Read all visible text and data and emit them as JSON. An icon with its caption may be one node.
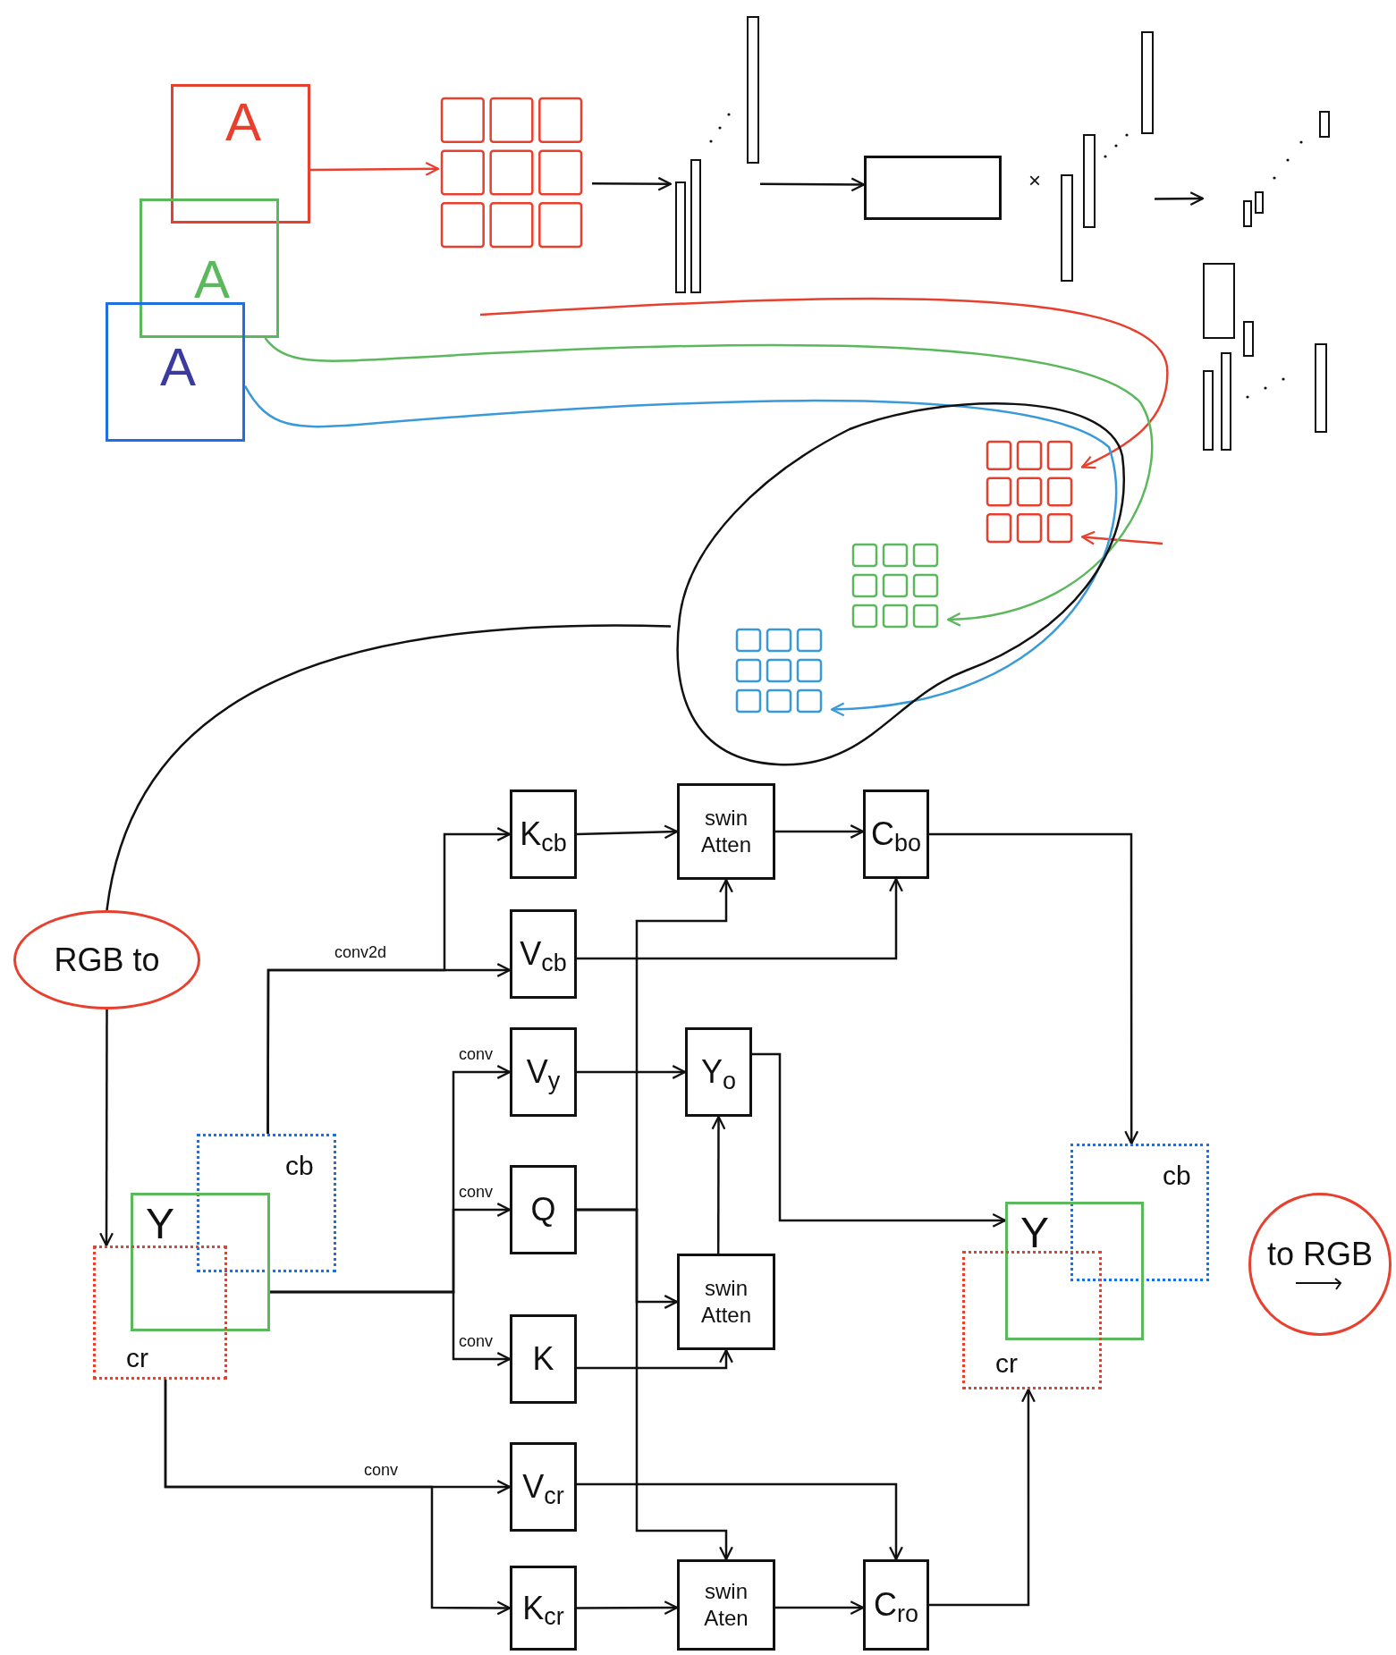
{
  "diagram": {
    "nodes": [
      {
        "text": [
          "A"
        ]
      },
      {
        "text": [
          "A"
        ]
      },
      {
        "text": [
          "A"
        ]
      },
      {
        "text": [],
        "shape": "grid"
      },
      {
        "text": [],
        "shape": "bar"
      },
      {
        "text": [],
        "shape": "box"
      },
      {
        "text": [],
        "shape": "bar"
      },
      {
        "text": [],
        "shape": "bar"
      },
      {
        "text": [],
        "shape": "cloud"
      },
      {
        "text": [],
        "shape": "grid",
        "in": 8
      },
      {
        "text": [],
        "shape": "grid",
        "in": 8
      },
      {
        "text": [],
        "shape": "grid",
        "in": 8
      },
      {
        "text": [
          "RGB to"
        ]
      },
      {
        "text": [
          "cb"
        ]
      },
      {
        "text": [
          "Y"
        ]
      },
      {
        "text": [
          "cr"
        ]
      },
      {
        "text": [
          "K$_{cb}$"
        ]
      },
      {
        "text": [
          "swin Atten"
        ]
      },
      {
        "text": [
          "C$_{bo}$"
        ]
      },
      {
        "text": [
          "V$_{cb}$"
        ]
      },
      {
        "text": [
          "V$_{y}$"
        ]
      },
      {
        "text": [
          "Y$_{o}$"
        ]
      },
      {
        "text": [
          "Q"
        ]
      },
      {
        "text": [
          "swin Atten"
        ]
      },
      {
        "text": [
          "K"
        ]
      },
      {
        "text": [
          "V$_{cr}$"
        ]
      },
      {
        "text": [
          "K$_{cr}$"
        ]
      },
      {
        "text": [
          "swin Aten"
        ]
      },
      {
        "text": [
          "C$_{ro}$"
        ]
      },
      {
        "text": [
          "cb"
        ]
      },
      {
        "text": [
          "Y"
        ]
      },
      {
        "text": [
          "cr"
        ]
      },
      {
        "text": [
          "to RGB"
        ]
      }
    ],
    "edges": [
      {
        "from": 0,
        "to": 3,
        "arrow": "to",
        "color": "#e8402f"
      },
      {
        "from": 3,
        "to": 4,
        "arrow": "to"
      },
      {
        "from": 4,
        "to": 5,
        "arrow": "to"
      },
      {
        "from": 6,
        "to": 7,
        "arrow": "to"
      },
      {
        "from": null,
        "to": 9,
        "arrow": "to",
        "color": "#e8402f"
      },
      {
        "from": null,
        "to": 9,
        "arrow": "to",
        "color": "#e8402f"
      },
      {
        "from": 1,
        "to": 10,
        "arrow": "to",
        "color": "#5cb85c"
      },
      {
        "from": 2,
        "to": 11,
        "arrow": "to",
        "color": "#3a9ad9"
      },
      {
        "from": 8,
        "to": 12,
        "arrow": "none"
      },
      {
        "from": 12,
        "to": 15,
        "arrow": "to"
      },
      {
        "from": 13,
        "to": 19,
        "arrow": "to",
        "label": "conv2d"
      },
      {
        "from": 13,
        "to": 16,
        "arrow": "to"
      },
      {
        "from": 14,
        "to": 20,
        "arrow": "to",
        "label": "conv"
      },
      {
        "from": 14,
        "to": 22,
        "arrow": "to",
        "label": "conv"
      },
      {
        "from": 14,
        "to": 24,
        "arrow": "to",
        "label": "conv"
      },
      {
        "from": 15,
        "to": 25,
        "arrow": "to",
        "label": "conv"
      },
      {
        "from": 15,
        "to": 26,
        "arrow": "to"
      },
      {
        "from": 16,
        "to": 17,
        "arrow": "to"
      },
      {
        "from": 17,
        "to": 18,
        "arrow": "to"
      },
      {
        "from": 19,
        "to": 18,
        "arrow": "to"
      },
      {
        "from": 20,
        "to": 21,
        "arrow": "to"
      },
      {
        "from": 22,
        "to": 17,
        "arrow": "to"
      },
      {
        "from": 22,
        "to": 23,
        "arrow": "to"
      },
      {
        "from": 22,
        "to": 27,
        "arrow": "to"
      },
      {
        "from": 24,
        "to": 23,
        "arrow": "to"
      },
      {
        "from": 23,
        "to": 21,
        "arrow": "to"
      },
      {
        "from": 21,
        "to": 30,
        "arrow": "to"
      },
      {
        "from": 18,
        "to": 29,
        "arrow": "to"
      },
      {
        "from": 25,
        "to": 28,
        "arrow": "to"
      },
      {
        "from": 26,
        "to": 27,
        "arrow": "to"
      },
      {
        "from": 27,
        "to": 28,
        "arrow": "to"
      },
      {
        "from": 28,
        "to": 31,
        "arrow": "to"
      }
    ],
    "labels": [
      "×"
    ]
  }
}
